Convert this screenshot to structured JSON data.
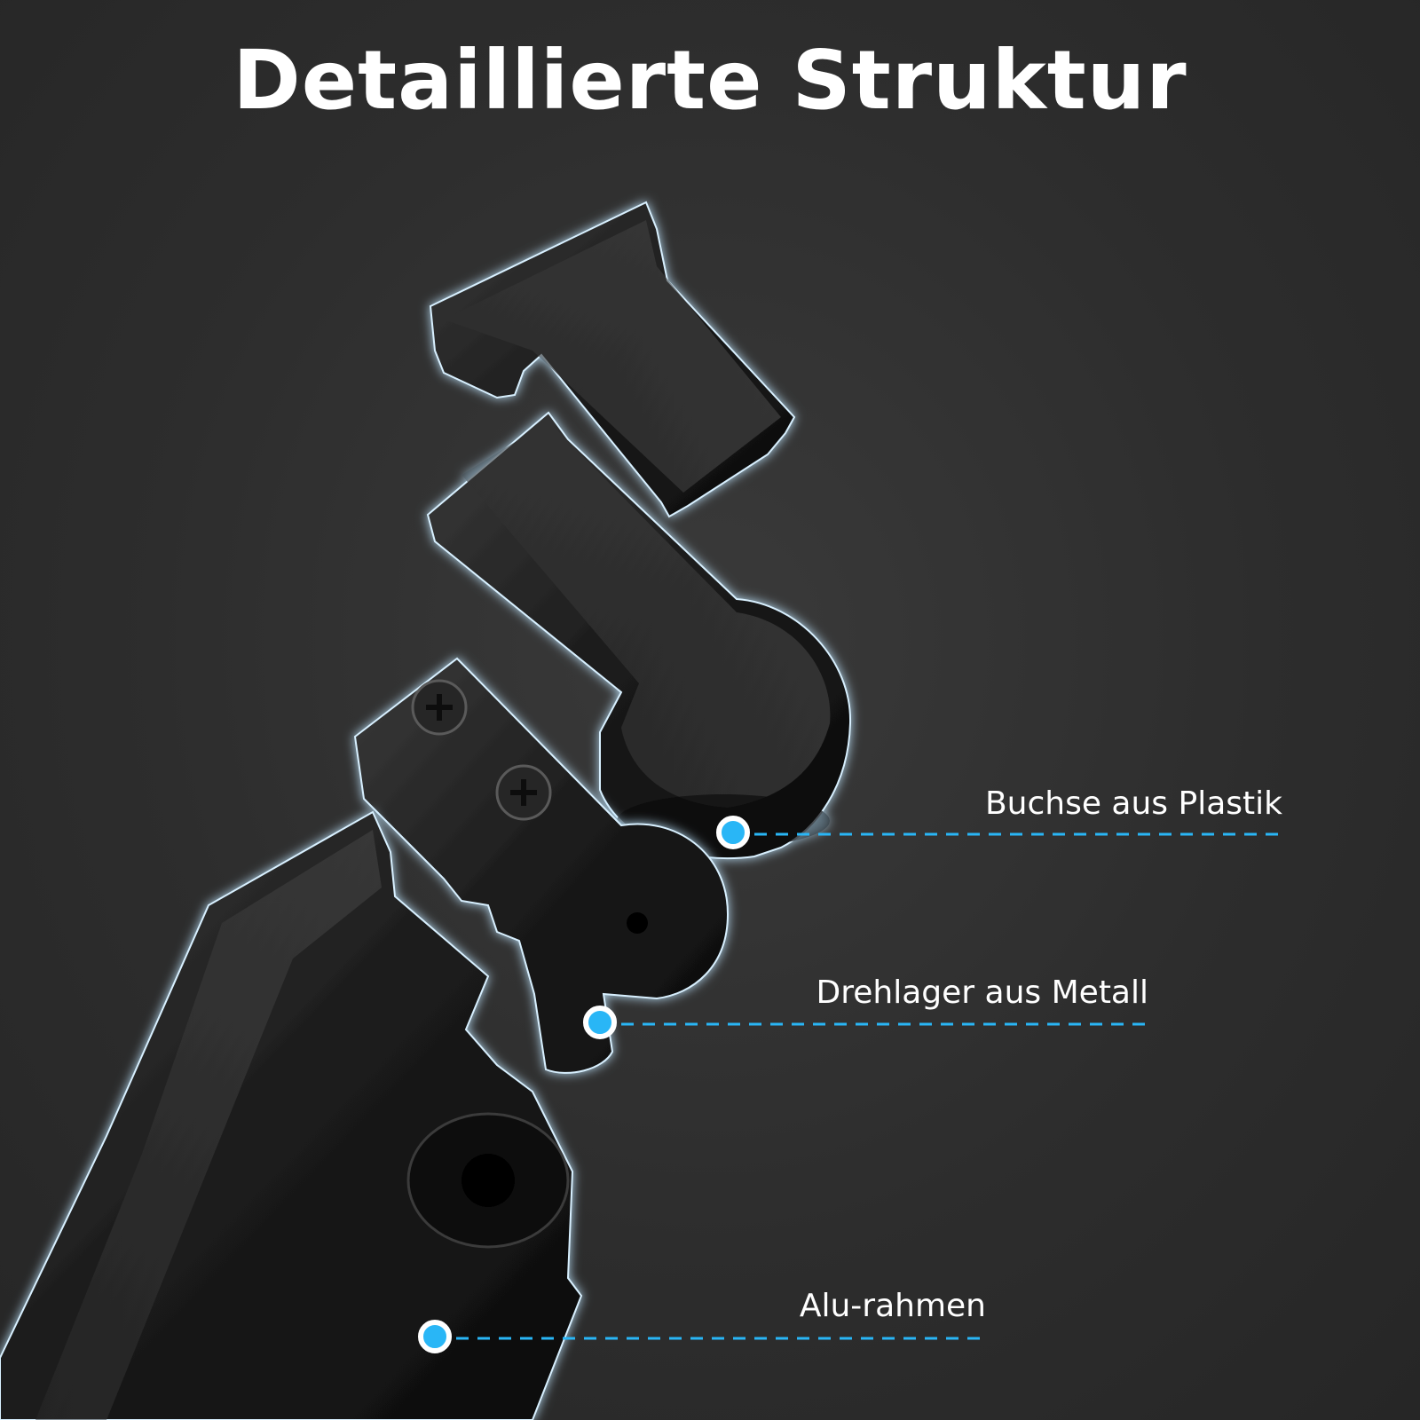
{
  "title": "Detaillierte Struktur",
  "callouts": [
    {
      "label": "Buchse aus Plastik"
    },
    {
      "label": "Drehlager aus Metall"
    },
    {
      "label": "Alu-rahmen"
    }
  ],
  "colors": {
    "background": "#2d2d2d",
    "accent": "#29b6f6",
    "text": "#ffffff",
    "part": "#141414"
  }
}
